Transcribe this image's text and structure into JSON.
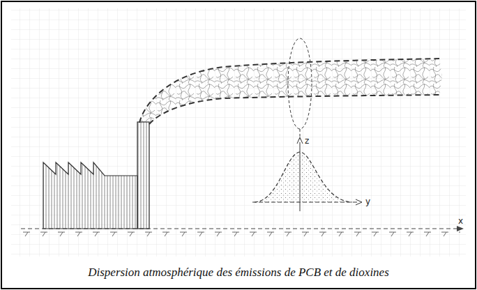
{
  "diagram": {
    "caption": "Dispersion atmosphérique des émissions de PCB et de dioxines",
    "labels": [
      "z",
      "y",
      "x"
    ]
  }
}
